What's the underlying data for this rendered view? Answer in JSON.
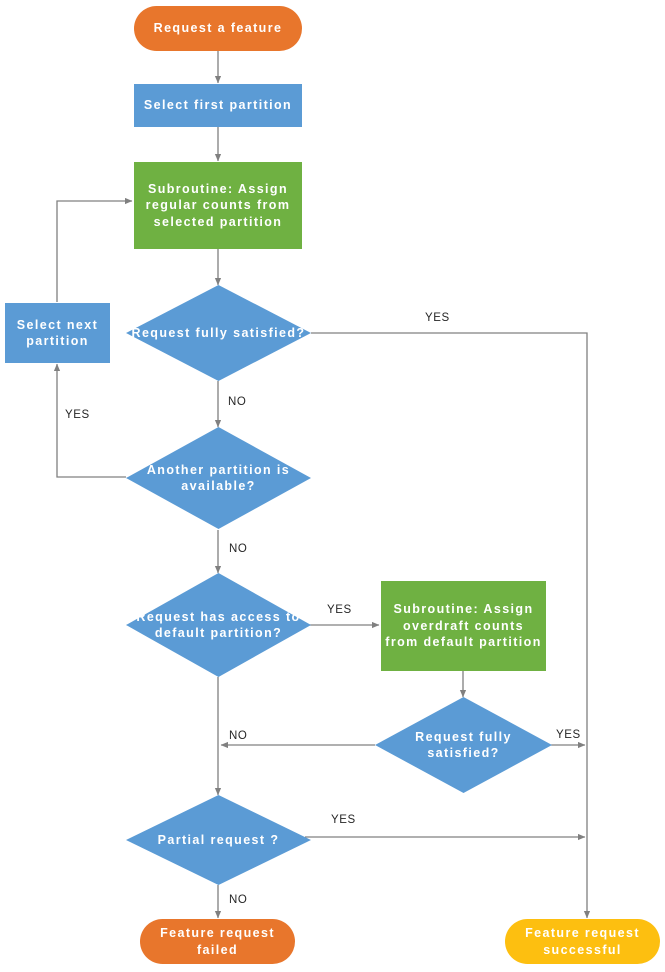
{
  "diagram": {
    "title": "Feature request partition assignment flowchart",
    "colors": {
      "process": "#5B9BD5",
      "subroutine": "#6FB142",
      "terminator_fail": "#E8762C",
      "terminator_success": "#FDBF10",
      "edge": "#808080",
      "label_text": "#262626",
      "node_text": "#FFFFFF"
    },
    "nodes": [
      {
        "id": "start",
        "type": "terminator",
        "label": "Request a feature"
      },
      {
        "id": "selectfirst",
        "type": "process",
        "label": "Select first partition"
      },
      {
        "id": "subregular",
        "type": "subroutine",
        "label": "Subroutine: Assign regular counts from selected partition"
      },
      {
        "id": "satisfied1",
        "type": "decision",
        "label": "Request fully satisfied?"
      },
      {
        "id": "selectnext",
        "type": "process",
        "label": "Select next partition"
      },
      {
        "id": "anotherpart",
        "type": "decision",
        "label": "Another partition is available?"
      },
      {
        "id": "accessdefault",
        "type": "decision",
        "label": "Request has access to default partition?"
      },
      {
        "id": "suboverdraft",
        "type": "subroutine",
        "label": "Subroutine: Assign overdraft counts from default partition"
      },
      {
        "id": "satisfied2",
        "type": "decision",
        "label": "Request fully satisfied?"
      },
      {
        "id": "partial",
        "type": "decision",
        "label": "Partial request ?"
      },
      {
        "id": "failed",
        "type": "terminator",
        "label": "Feature request failed"
      },
      {
        "id": "successful",
        "type": "terminator",
        "label": "Feature request successful"
      }
    ],
    "edge_labels": {
      "satisfied1_yes": "YES",
      "satisfied1_no": "NO",
      "anotherpart_yes": "YES",
      "anotherpart_no": "NO",
      "accessdefault_yes": "YES",
      "satisfied2_yes": "YES",
      "satisfied2_no": "NO",
      "partial_yes": "YES",
      "partial_no": "NO"
    }
  }
}
